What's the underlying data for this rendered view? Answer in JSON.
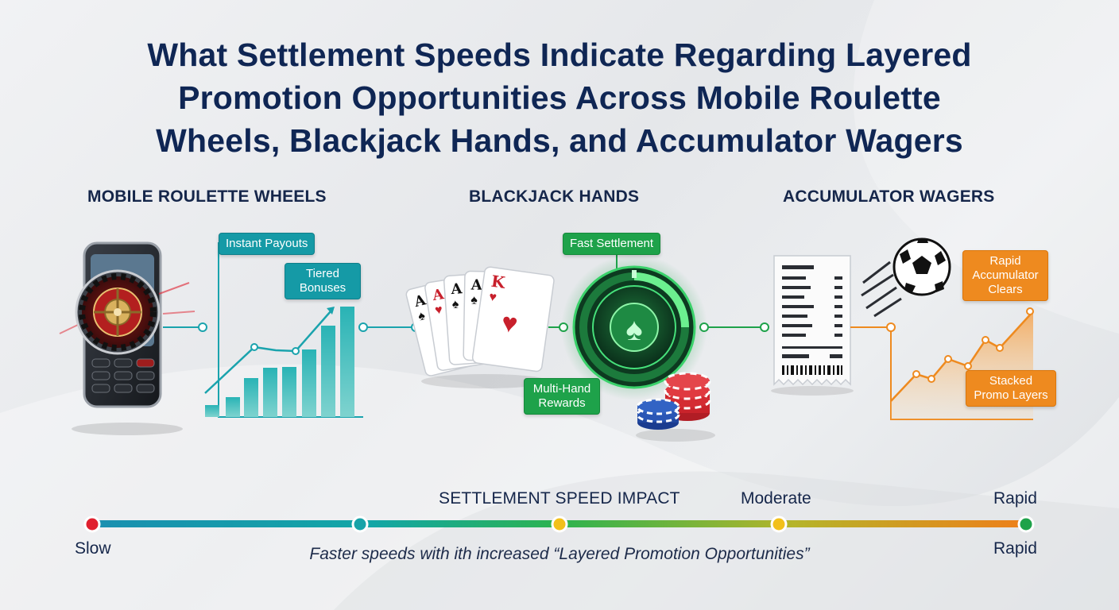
{
  "title": {
    "line1": "What Settlement Speeds Indicate Regarding Layered",
    "line2": "Promotion Opportunities Across Mobile Roulette",
    "line3": "Wheels, Blackjack Hands, and Accumulator Wagers"
  },
  "columns": {
    "roulette": {
      "heading": "MOBILE ROULETTE WHEELS",
      "tag_instant": "Instant Payouts",
      "tag_tiered": "Tiered Bonuses",
      "accent_color": "#159aa6"
    },
    "blackjack": {
      "heading": "BLACKJACK HANDS",
      "tag_fast": "Fast Settlement",
      "tag_multi": "Multi-Hand Rewards",
      "accent_color": "#1ea24a",
      "cards": [
        "A",
        "A",
        "A",
        "A",
        "K"
      ]
    },
    "accumulator": {
      "heading": "ACCUMULATOR WAGERS",
      "tag_rapid": "Rapid Accumulator Clears",
      "tag_stacked": "Stacked Promo Layers",
      "accent_color": "#ee8a1f"
    }
  },
  "icons": [
    "mobile-phone-icon",
    "roulette-wheel-icon",
    "playing-cards-icon",
    "spade-timer-icon",
    "poker-chips-icon",
    "bet-slip-icon",
    "soccer-ball-icon"
  ],
  "scale": {
    "title": "SETTLEMENT SPEED IMPACT",
    "label_moderate": "Moderate",
    "label_rapid_top": "Rapid",
    "label_slow": "Slow",
    "label_rapid_bottom": "Rapid",
    "caption": "Faster speeds with ith increased “Layered Promotion Opportunities”",
    "gradient": [
      "#e0202e",
      "#159aa6",
      "#1ea24a",
      "#c9b417",
      "#ee8a1f"
    ]
  }
}
